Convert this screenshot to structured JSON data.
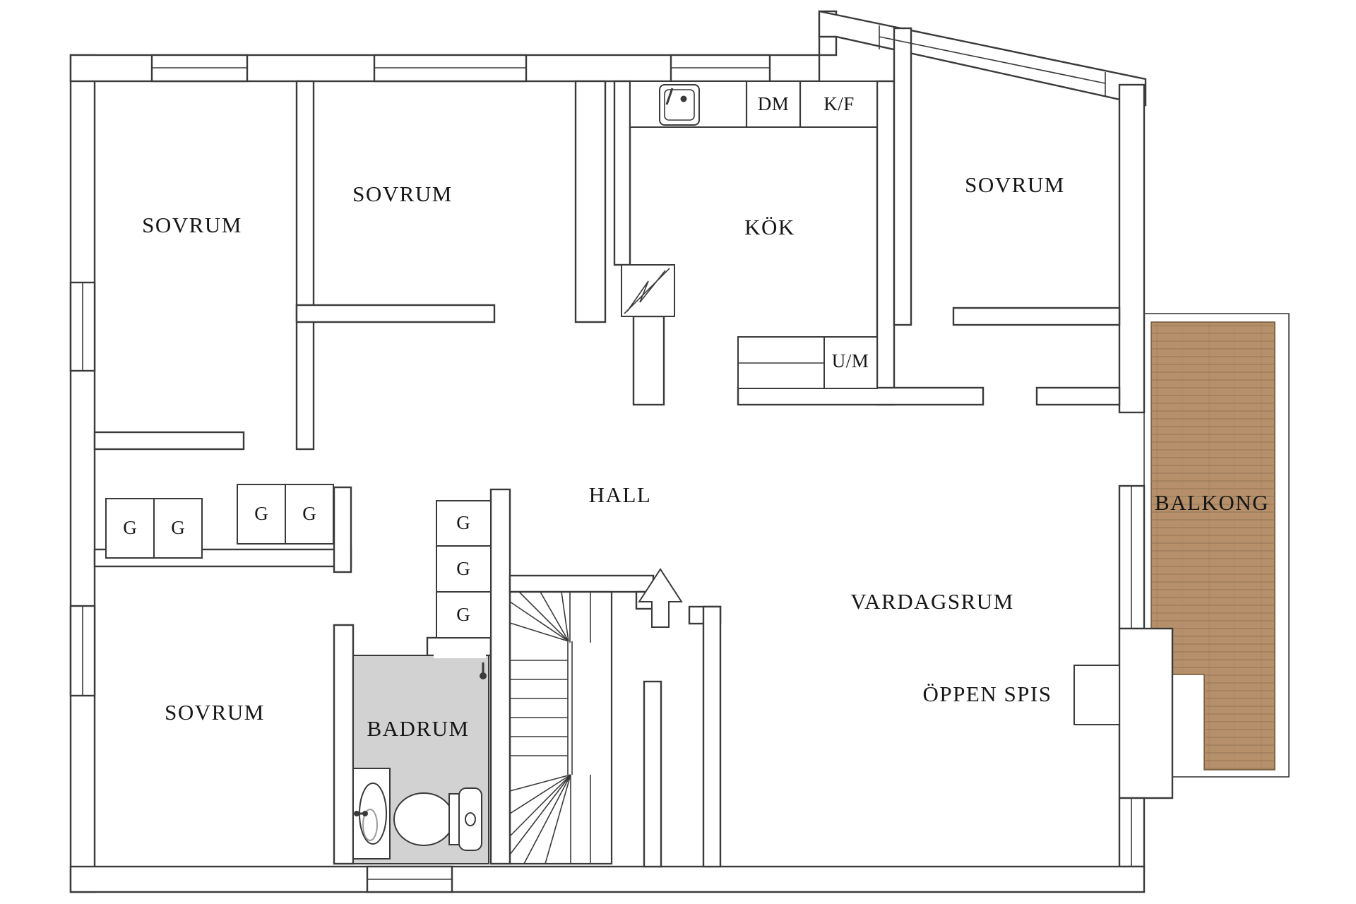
{
  "plan": {
    "type": "apartment-floor-plan",
    "language": "Swedish",
    "rooms": {
      "sovrum_top_left": {
        "label": "SOVRUM"
      },
      "sovrum_top_middle": {
        "label": "SOVRUM"
      },
      "sovrum_top_right": {
        "label": "SOVRUM"
      },
      "sovrum_bottom_left": {
        "label": "SOVRUM"
      },
      "kok": {
        "label": "KÖK"
      },
      "hall": {
        "label": "HALL"
      },
      "vardagsrum": {
        "label": "VARDAGSRUM"
      },
      "badrum": {
        "label": "BADRUM"
      },
      "balkong": {
        "label": "BALKONG"
      }
    },
    "features": {
      "oppen_spis": {
        "label": "ÖPPEN SPIS"
      }
    },
    "appliances": {
      "dishwasher": {
        "label": "DM"
      },
      "fridge_freezer": {
        "label": "K/F"
      },
      "washer": {
        "label": "U/M"
      }
    },
    "wardrobes": {
      "label": "G",
      "count": 7
    },
    "colors": {
      "background": "#ffffff",
      "wall_line": "#3a3a3a",
      "bathroom_fill": "#d2d2d2",
      "wood_base": "#b5906a",
      "wood_line": "#8f7050",
      "text": "#161616"
    }
  }
}
